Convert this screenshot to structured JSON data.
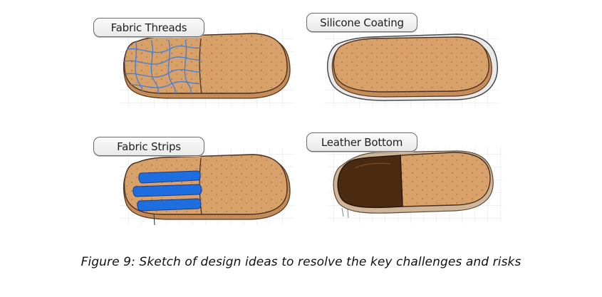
{
  "figure": {
    "panels": [
      {
        "label": "Fabric Threads",
        "icon": "insole-fabric-threads-sketch"
      },
      {
        "label": "Silicone Coating",
        "icon": "insole-silicone-coating-sketch"
      },
      {
        "label": "Fabric Strips",
        "icon": "insole-fabric-strips-sketch"
      },
      {
        "label": "Leather Bottom",
        "icon": "insole-leather-bottom-sketch"
      }
    ],
    "caption": "Figure 9: Sketch of design ideas to resolve the key challenges and risks",
    "colors": {
      "cork": "#d8a16a",
      "cork_edge": "#b8855a",
      "thread_blue": "#4a7fd1",
      "strip_blue": "#1f6ee0",
      "leather": "#4a2a10",
      "grid": "#dcdcdc"
    }
  }
}
